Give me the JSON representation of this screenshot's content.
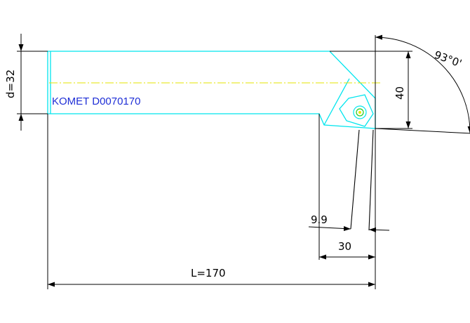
{
  "drawing": {
    "tool_label": "KOMET D0070170",
    "colors": {
      "background": "#ffffff",
      "dimension": "#000000",
      "outline": "#00e5ee",
      "centerline": "#e6e600",
      "label": "#1f2fd6",
      "insert_center": "#22cc22"
    }
  },
  "dimensions": {
    "diameter": "d=32",
    "height": "40",
    "angle": "93°0'",
    "offset": "9.9",
    "width": "30",
    "length": "L=170"
  }
}
